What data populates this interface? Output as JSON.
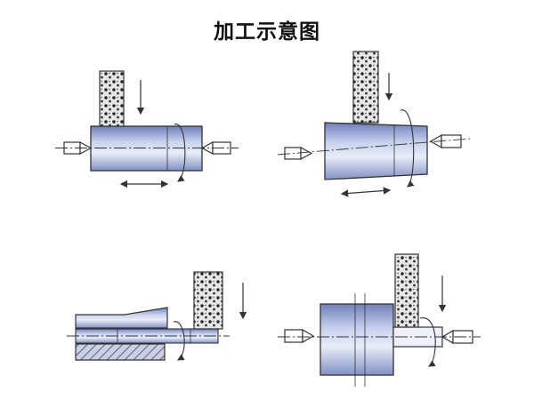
{
  "diagram": {
    "title": "加工示意图",
    "panels": [
      {
        "id": "external-cylindrical",
        "elements": [
          "grinding-wheel",
          "workpiece-cylinder",
          "centers",
          "feed-arrow",
          "rotation-arrow",
          "traverse-arrow"
        ]
      },
      {
        "id": "taper-grinding",
        "elements": [
          "grinding-wheel",
          "workpiece-taper",
          "centers",
          "feed-arrow",
          "rotation-arrow",
          "traverse-arrow"
        ]
      },
      {
        "id": "internal-grinding",
        "elements": [
          "grinding-wheel",
          "workpiece-bore",
          "feed-arrow",
          "rotation-arrow"
        ]
      },
      {
        "id": "plunge-shoulder-grinding",
        "elements": [
          "grinding-wheel",
          "workpiece-shoulder",
          "centers",
          "feed-arrow",
          "rotation-arrow"
        ]
      }
    ],
    "colors": {
      "workpiece": "#b8c4e6",
      "workpiece_shade": "#6f7fb8",
      "wheel": "#e4e4e4",
      "outline": "#2a2a2a"
    }
  }
}
